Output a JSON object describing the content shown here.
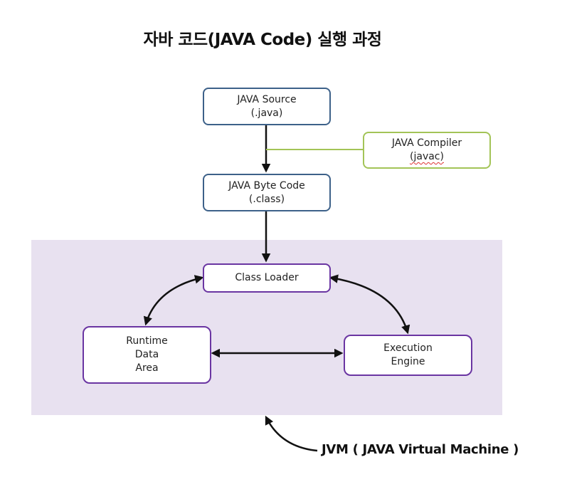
{
  "title": "자바 코드(JAVA Code) 실행 과정",
  "nodes": {
    "java_source": {
      "line1": "JAVA Source",
      "line2": "(.java)"
    },
    "java_compiler": {
      "line1": "JAVA Compiler",
      "line2": "(javac)"
    },
    "java_bytecode": {
      "line1": "JAVA Byte Code",
      "line2": "(.class)"
    },
    "class_loader": {
      "line1": "Class Loader"
    },
    "runtime_data_area": {
      "line1": "Runtime",
      "line2": "Data",
      "line3": "Area"
    },
    "execution_engine": {
      "line1": "Execution",
      "line2": "Engine"
    }
  },
  "jvm_label": "JVM ( JAVA Virtual Machine )",
  "colors": {
    "source_border": "#3d6189",
    "compiler_border": "#a3c457",
    "jvm_border": "#6a35a2",
    "jvm_background": "#e8e1f0"
  }
}
